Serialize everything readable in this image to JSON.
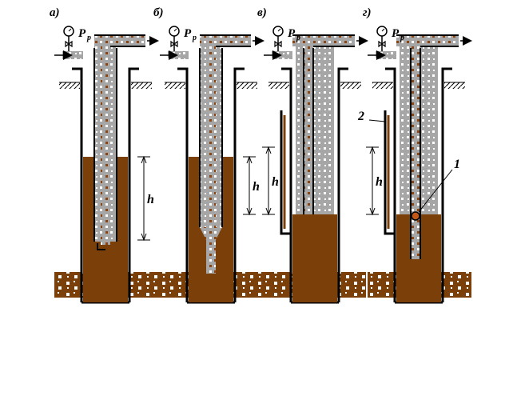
{
  "colors": {
    "background": "#ffffff",
    "fluid": "#7b3f0a",
    "aerated_mix": "#a6a6a6",
    "bubble": "#ffffff",
    "sand_dot": "#8b4513",
    "wall": "#000000",
    "gauge_fill": "#ffffff"
  },
  "icons": {
    "gauge": "pressure-gauge-icon",
    "valve": "valve-icon",
    "arrow": "flow-arrow-icon"
  },
  "panels": [
    {
      "id": "a",
      "label": "а)",
      "pressure_label": "P",
      "pressure_sub": "р",
      "height_label": "h",
      "variant": "a"
    },
    {
      "id": "b",
      "label": "б)",
      "pressure_label": "P",
      "pressure_sub": "р",
      "height_label": "h",
      "variant": "b"
    },
    {
      "id": "v",
      "label": "в)",
      "pressure_label": "P",
      "pressure_sub": "р",
      "height_label": "h",
      "variant": "v"
    },
    {
      "id": "g",
      "label": "г)",
      "pressure_label": "P",
      "pressure_sub": "р",
      "height_label": "h",
      "variant": "g",
      "callout_1": "1",
      "callout_2": "2"
    }
  ]
}
